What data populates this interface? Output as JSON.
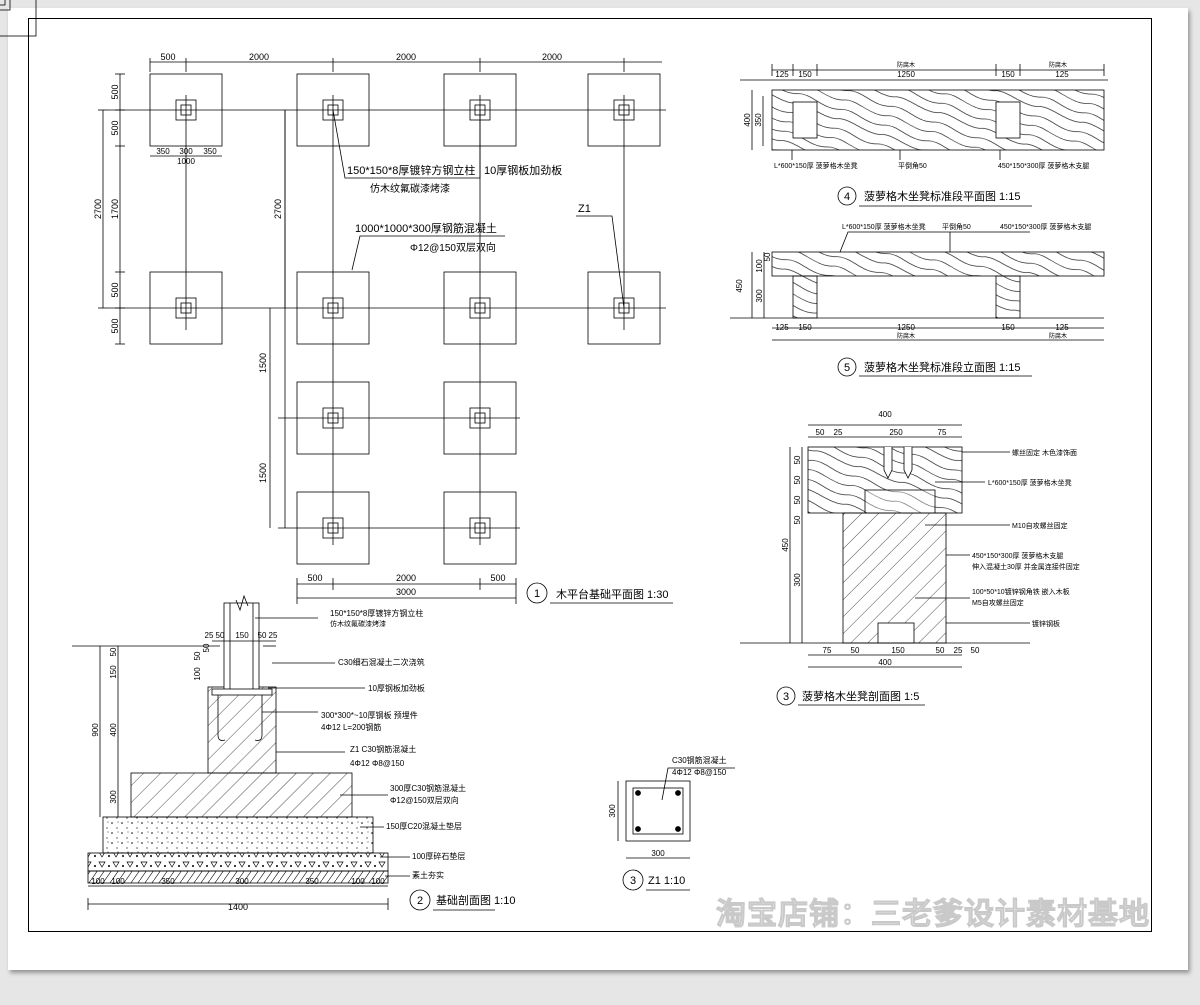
{
  "plan": {
    "top_dims": [
      "500",
      "2000",
      "2000",
      "2000"
    ],
    "left_dims": [
      "500",
      "500",
      "2700",
      "1700",
      "500",
      "500"
    ],
    "sub_dims": [
      "350",
      "300",
      "350",
      "1000"
    ],
    "mid_dim": "2700",
    "right_dims": [
      "1500",
      "1500"
    ],
    "bottom_dims": [
      "500",
      "2000",
      "500",
      "3000"
    ],
    "label_post": "150*150*8厚镀锌方钢立柱",
    "label_plate": "10厚钢板加劲板",
    "label_paint": "仿木纹氟碳漆烤漆",
    "label_footing": "1000*1000*300厚钢筋混凝土",
    "label_rebar": "Φ12@150双层双向",
    "label_z1": "Z1",
    "title_num": "1",
    "title": "木平台基础平面图 1:30"
  },
  "section": {
    "notes": [
      "150*150*8厚镀锌方钢立柱",
      "仿木纹氟碳漆烤漆",
      "C30细石混凝土二次浇筑",
      "10厚钢板加劲板",
      "300*300*~10厚钢板 预埋件",
      "4Φ12 L=200钢筋",
      "Z1 C30钢筋混凝土",
      "4Φ12 Φ8@150",
      "300厚C30钢筋混凝土",
      "Φ12@150双层双向",
      "150厚C20混凝土垫层",
      "100厚碎石垫层",
      "素土夯实"
    ],
    "top_dims": [
      "25",
      "50",
      "150",
      "50",
      "25"
    ],
    "left_dims": [
      "50",
      "150",
      "100",
      "50",
      "50",
      "400",
      "900",
      "300"
    ],
    "bottom_dims": [
      "100",
      "100",
      "350",
      "300",
      "350",
      "100",
      "100",
      "1400"
    ],
    "title_num": "2",
    "title": "基础剖面图 1:10"
  },
  "z1": {
    "note1": "C30钢筋混凝土",
    "note2": "4Φ12 Φ8@150",
    "dim_h": "300",
    "dim_w": "300",
    "title_num": "3",
    "title": "Z1 1:10"
  },
  "bench_plan": {
    "top_dims": [
      "125",
      "150",
      "1250",
      "150",
      "125"
    ],
    "top_labels": [
      "防腐木",
      "防腐木"
    ],
    "left_dims": [
      "400",
      "350"
    ],
    "notes": [
      "L*600*150厚 菠萝格木坐凳",
      "平倒角50",
      "450*150*300厚 菠萝格木支腿"
    ],
    "title_num": "4",
    "title": "菠萝格木坐凳标准段平面图 1:15"
  },
  "bench_elev": {
    "notes": [
      "L*600*150厚 菠萝格木坐凳",
      "平倒角50",
      "450*150*300厚 菠萝格木支腿"
    ],
    "left_dims": [
      "100",
      "50",
      "450",
      "300"
    ],
    "bottom_dims": [
      "125",
      "150",
      "1250",
      "150",
      "125"
    ],
    "bottom_labels": [
      "防腐木",
      "防腐木"
    ],
    "title_num": "5",
    "title": "菠萝格木坐凳标准段立面图 1:15"
  },
  "bench_section": {
    "top_dim": "400",
    "top_sub": [
      "50",
      "25",
      "250",
      "75"
    ],
    "left_dims": [
      "50",
      "50",
      "50",
      "50",
      "450",
      "300"
    ],
    "notes": [
      "螺丝固定 木色漆饰面",
      "L*600*150厚 菠萝格木坐凳",
      "M10自攻螺丝固定",
      "450*150*300厚 菠萝格木支腿",
      "伸入混凝土30厚 并金属连接件固定",
      "100*50*10镀锌钢角铁 嵌入木板",
      "M5自攻螺丝固定",
      "镀锌钢板"
    ],
    "bottom_dims": [
      "75",
      "50",
      "150",
      "50",
      "25",
      "50",
      "400"
    ],
    "title_num": "3",
    "title": "菠萝格木坐凳剖面图 1:5"
  },
  "watermark": "淘宝店铺：三老爹设计素材基地"
}
